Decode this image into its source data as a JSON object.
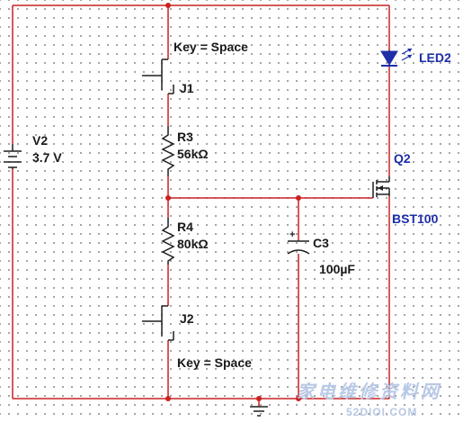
{
  "components": {
    "battery": {
      "ref": "V2",
      "value": "3.7 V"
    },
    "switch_top": {
      "ref": "J1",
      "key": "Key = Space"
    },
    "switch_bottom": {
      "ref": "J2",
      "key": "Key = Space"
    },
    "resistor_top": {
      "ref": "R3",
      "value": "56kΩ"
    },
    "resistor_bottom": {
      "ref": "R4",
      "value": "80kΩ"
    },
    "capacitor": {
      "ref": "C3",
      "value": "100µF",
      "polarity": "+"
    },
    "transistor": {
      "ref": "Q2",
      "model": "BST100"
    },
    "led": {
      "ref": "LED2"
    }
  },
  "watermark": {
    "text": "家电维修资料网",
    "url": "52DIOI.COM"
  },
  "colors": {
    "wire": "#cc2020",
    "component": "#1f1f1f",
    "ref_blue": "#1e2ea8",
    "grid_dot": "#8e8e8e"
  }
}
